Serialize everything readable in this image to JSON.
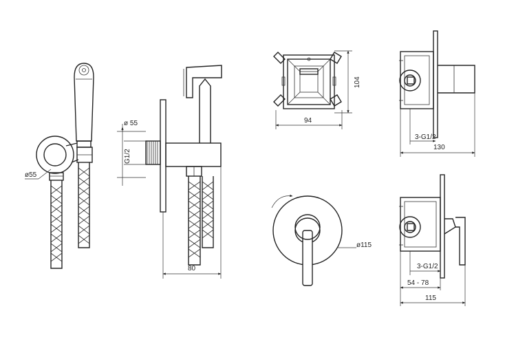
{
  "dimensions": {
    "hand_shower_diameter": "ø55",
    "holder_diameter": "ø 55",
    "thread_label": "G1/2",
    "depth_80": "80",
    "box_height": "104",
    "box_width": "94",
    "inlet_top": "3-G1/2",
    "depth_130": "130",
    "plate_diameter": "ø115",
    "inlet_bottom": "3-G1/2",
    "range_54_78": "54 - 78",
    "depth_115": "115"
  }
}
